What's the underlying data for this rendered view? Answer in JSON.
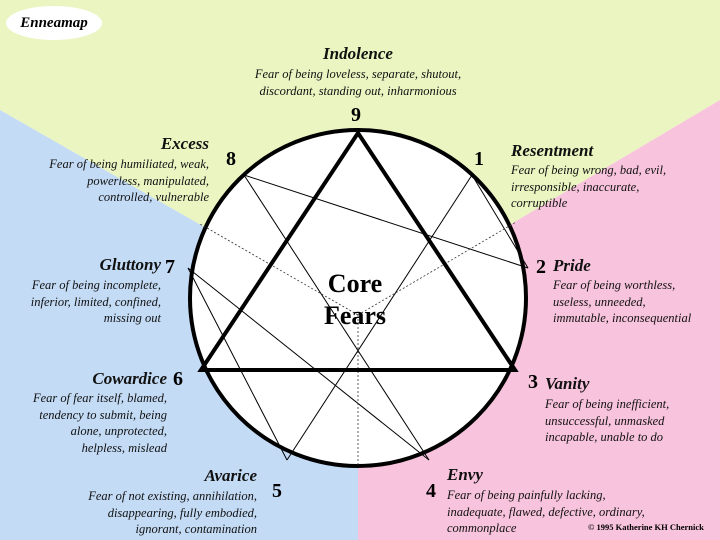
{
  "logo": "Enneamap",
  "center": {
    "line1": "Core",
    "line2": "Fears"
  },
  "copyright": "© 1995 Katherine KH Chernick",
  "colors": {
    "top": "#eaf5c2",
    "left": "#c3dbf5",
    "right": "#f8c3dc",
    "circle": "#ffffff",
    "stroke": "#000000"
  },
  "points": {
    "p9": {
      "num": "9",
      "title": "Indolence",
      "desc": [
        "Fear of being loveless, separate,  shutout,",
        "discordant, standing out, inharmonious"
      ]
    },
    "p1": {
      "num": "1",
      "title": "Resentment",
      "desc": [
        "Fear of being wrong, bad, evil,",
        "irresponsible, inaccurate,",
        "corruptible"
      ]
    },
    "p2": {
      "num": "2",
      "title": "Pride",
      "desc": [
        "Fear of being worthless,",
        "useless, unneeded,",
        "immutable, inconsequential"
      ]
    },
    "p3": {
      "num": "3",
      "title": "Vanity",
      "desc": [
        "Fear of being inefficient,",
        "unsuccessful, unmasked",
        "incapable, unable to do"
      ]
    },
    "p4": {
      "num": "4",
      "title": "Envy",
      "desc": [
        "Fear of being painfully lacking,",
        "inadequate, flawed, defective, ordinary,",
        "commonplace"
      ]
    },
    "p5": {
      "num": "5",
      "title": "Avarice",
      "desc": [
        "Fear of not existing, annihilation,",
        "disappearing, fully embodied,",
        "ignorant, contamination"
      ]
    },
    "p6": {
      "num": "6",
      "title": "Cowardice",
      "desc": [
        "Fear of fear itself, blamed,",
        "tendency to submit, being",
        "alone, unprotected,",
        "helpless, mislead"
      ]
    },
    "p7": {
      "num": "7",
      "title": "Gluttony",
      "desc": [
        "Fear of being incomplete,",
        "inferior, limited, confined,",
        "missing out"
      ]
    },
    "p8": {
      "num": "8",
      "title": "Excess",
      "desc": [
        "Fear of being humiliated, weak,",
        "powerless, manipulated,",
        "controlled, vulnerable"
      ]
    }
  }
}
